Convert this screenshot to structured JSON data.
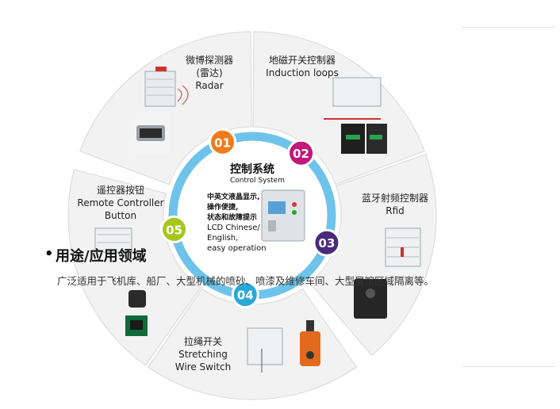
{
  "center": {
    "title": "控制系统",
    "subtitle": "Control System",
    "features_cn": [
      "中英文液晶显示,",
      "操作便捷,",
      "状态和故障提示"
    ],
    "features_en": [
      "LCD Chinese/",
      "English,",
      "easy operation"
    ]
  },
  "steps": [
    {
      "num": "01",
      "color": "#f07a1a",
      "cn": "微博探测器",
      "cn2": "(雷达)",
      "en": "Radar"
    },
    {
      "num": "02",
      "color": "#c2187a",
      "cn": "地磁开关控制器",
      "en": "Induction loops"
    },
    {
      "num": "03",
      "color": "#4a2a7a",
      "cn": "蓝牙射频控制器",
      "en": "Rfid"
    },
    {
      "num": "04",
      "color": "#2aa8d8",
      "cn": "拉绳开关",
      "en": "Stretching",
      "en2": "Wire Switch"
    },
    {
      "num": "05",
      "color": "#a6c71a",
      "cn": "遥控器按钮",
      "en": "Remote Controller",
      "en2": "Button"
    }
  ],
  "section": {
    "bullet": "•",
    "heading": "用途/应用领域",
    "description": "广泛适用于飞机库、船厂、大型机械的喷砂、喷漆及维修车间、大型展馆区域隔离等。"
  },
  "colors": {
    "ring": "#6ec3ea",
    "segment": "#f2f2f2",
    "segment_edge": "#d9d9d9"
  }
}
